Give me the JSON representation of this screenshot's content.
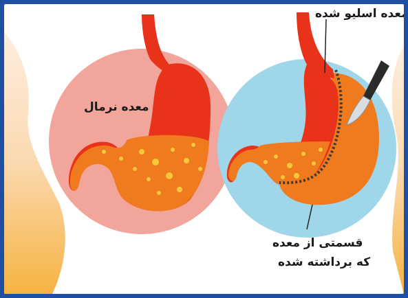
{
  "labels": {
    "normal_stomach": "معده نرمال",
    "sleeve_stomach": "معده اسلیو شده",
    "removed_part_line1": "قسمتی از معده",
    "removed_part_line2": "که برداشته شده"
  },
  "colors": {
    "frame_border": "#1f4fa3",
    "left_circle": "#f2a59a",
    "right_circle": "#9fd6ea",
    "stomach_red": "#e8321a",
    "stomach_dark": "#c42510",
    "stomach_orange": "#f07a1e",
    "dots": "#f7c93a",
    "body_gradient_top": "#fde7d3",
    "body_gradient_bottom": "#f6b341"
  },
  "icons": [
    "scalpel-icon"
  ]
}
